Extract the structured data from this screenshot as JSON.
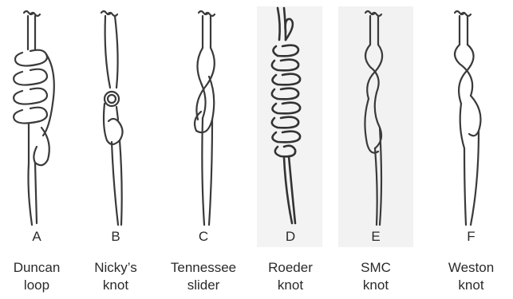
{
  "knots": [
    {
      "id": "A",
      "letter": "A",
      "name_line1": "Duncan",
      "name_line2": "loop"
    },
    {
      "id": "B",
      "letter": "B",
      "name_line1": "Nicky’s",
      "name_line2": "knot"
    },
    {
      "id": "C",
      "letter": "C",
      "name_line1": "Tennessee",
      "name_line2": "slider"
    },
    {
      "id": "D",
      "letter": "D",
      "name_line1": "Roeder",
      "name_line2": "knot"
    },
    {
      "id": "E",
      "letter": "E",
      "name_line1": "SMC",
      "name_line2": "knot"
    },
    {
      "id": "F",
      "letter": "F",
      "name_line1": "Weston",
      "name_line2": "knot"
    }
  ],
  "colors": {
    "line": "#3a3a3a",
    "background": "#ffffff",
    "photo_background": "#f1f1f1"
  }
}
